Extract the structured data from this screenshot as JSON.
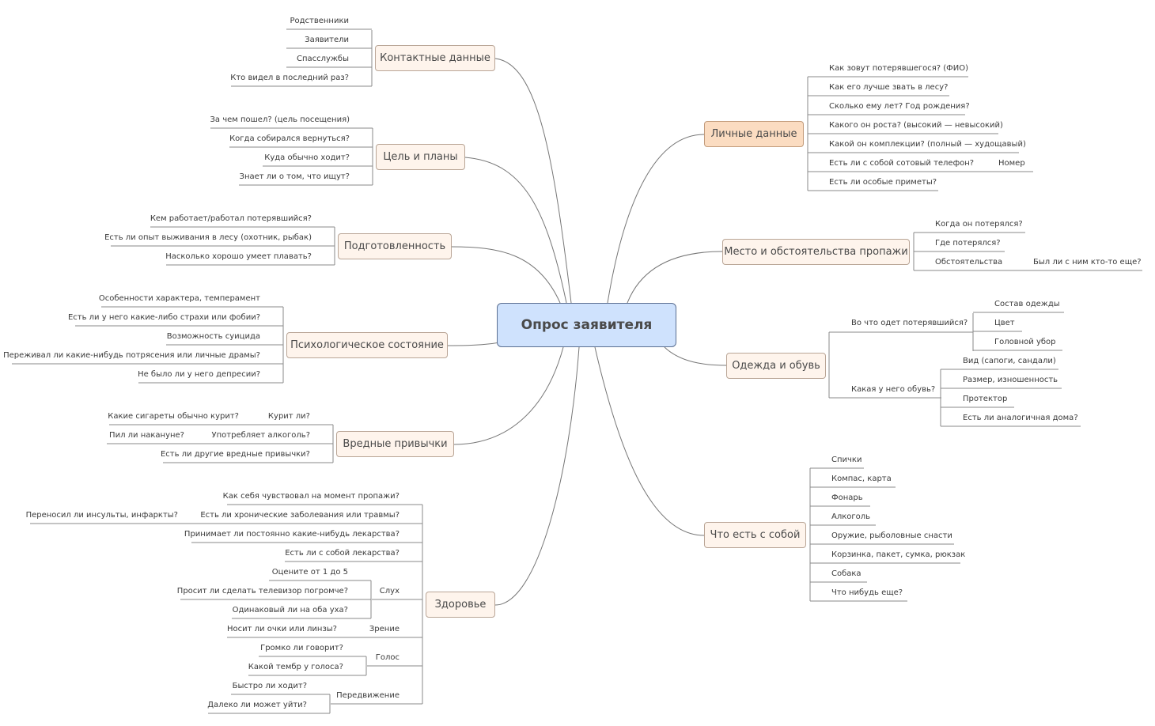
{
  "title": "Опрос заявителя",
  "colors": {
    "center_fill": "#cfe2fd",
    "topic_fill": "#fef4ec",
    "topic_highlight_fill": "#fbdcc1",
    "line": "#777777"
  },
  "branches": {
    "contacts": {
      "label": "Контактные данные",
      "items": [
        "Родственники",
        "Заявители",
        "Спасслужбы",
        "Кто видел в последний раз?"
      ]
    },
    "goals": {
      "label": "Цель и планы",
      "items": [
        "За чем пошел? (цель посещения)",
        "Когда собирался вернуться?",
        "Куда обычно ходит?",
        "Знает ли о том, что ищут?"
      ]
    },
    "prep": {
      "label": "Подготовленность",
      "items": [
        "Кем работает/работал потерявшийся?",
        "Есть ли опыт выживания в лесу (охотник, рыбак)",
        "Насколько хорошо умеет плавать?"
      ]
    },
    "psych": {
      "label": "Психологическое состояние",
      "items": [
        "Особенности характера, темперамент",
        "Есть ли у него какие-либо страхи или фобии?",
        "Возможность суицида",
        "Переживал ли какие-нибудь потрясения или личные драмы?",
        "Не было ли у него депресии?"
      ]
    },
    "habits": {
      "label": "Вредные привычки",
      "smoke": "Курит ли?",
      "smoke_sub": "Какие сигареты обычно курит?",
      "alcohol": "Употребляет алкоголь?",
      "alcohol_sub": "Пил ли накануне?",
      "other": "Есть ли другие вредные привычки?"
    },
    "health": {
      "label": "Здоровье",
      "feel": "Как себя чувствовал на момент пропажи?",
      "chronic": "Есть ли хронические заболевания или травмы?",
      "chronic_sub": "Переносил ли инсульты, инфаркты?",
      "meds": "Принимает ли постоянно какие-нибудь лекарства?",
      "meds_with": "Есть ли с собой лекарства?",
      "hearing": "Слух",
      "hearing_items": [
        "Оцените от 1 до 5",
        "Просит ли сделать телевизор погромче?",
        "Одинаковый ли на оба уха?"
      ],
      "vision": "Зрение",
      "vision_sub": "Носит ли очки или линзы?",
      "voice": "Голос",
      "voice_items": [
        "Громко ли говорит?",
        "Какой тембр у голоса?"
      ],
      "movement": "Передвижение",
      "movement_items": [
        "Быстро ли ходит?",
        "Далеко ли может уйти?"
      ]
    },
    "personal": {
      "label": "Личные данные",
      "items": [
        "Как зовут потерявшегося? (ФИО)",
        "Как его лучше звать в лесу?",
        "Сколько ему лет? Год рождения?",
        "Какого он роста? (высокий — невысокий)",
        "Какой он комплекции? (полный — худощавый)",
        "Есть ли с собой сотовый телефон?",
        "Есть ли особые приметы?"
      ],
      "phone_sub": "Номер"
    },
    "place": {
      "label": "Место и обстоятельства пропажи",
      "items": [
        "Когда он потерялся?",
        "Где потерялся?",
        "Обстоятельства"
      ],
      "circ_sub": "Был ли с ним кто-то еще?"
    },
    "clothes": {
      "label": "Одежда и обувь",
      "dress": "Во что одет потерявшийся?",
      "dress_items": [
        "Состав одежды",
        "Цвет",
        "Головной убор"
      ],
      "shoes": "Какая у него обувь?",
      "shoes_items": [
        "Вид (сапоги, сандали)",
        "Размер, изношенность",
        "Протектор",
        "Есть ли аналогичная дома?"
      ]
    },
    "carry": {
      "label": "Что есть с собой",
      "items": [
        "Спички",
        "Компас, карта",
        "Фонарь",
        "Алкоголь",
        "Оружие, рыболовные снасти",
        "Корзинка, пакет, сумка, рюкзак",
        "Собака",
        "Что нибудь еще?"
      ]
    }
  }
}
